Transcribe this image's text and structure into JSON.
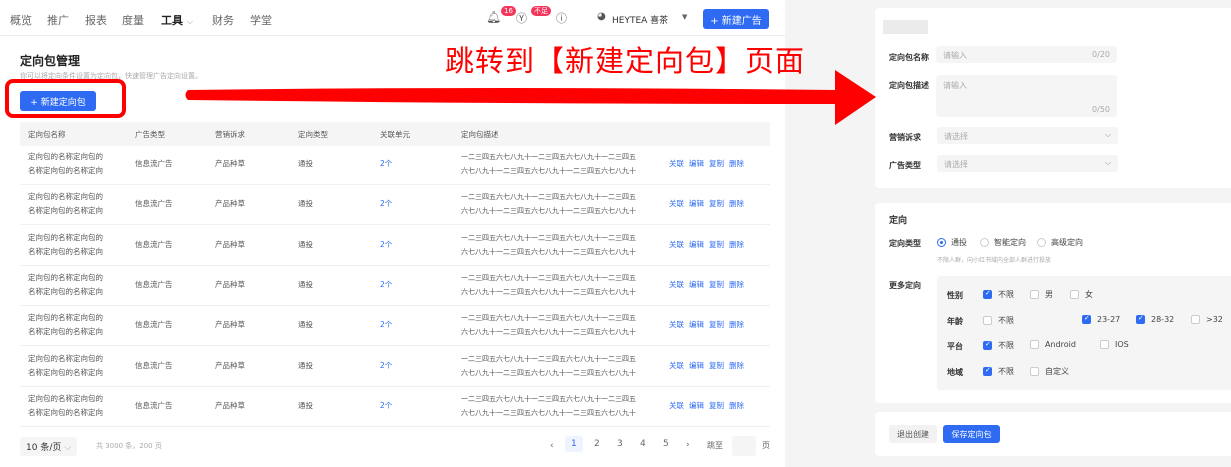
{
  "nav": {
    "items": [
      "概览",
      "推广",
      "报表",
      "度量",
      "工具",
      "财务",
      "学堂"
    ],
    "active": "工具",
    "notif_count": "16",
    "wallet_badge": "不足",
    "account": "HEYTEA 喜茶",
    "new_ad": "+ 新建广告"
  },
  "page": {
    "title": "定向包管理",
    "subtitle": "你可以将定向条件设置为定向包，快速管理广告定向设置。",
    "new_button": "+ 新建定向包"
  },
  "table": {
    "headers": [
      "定向包名称",
      "广告类型",
      "营销诉求",
      "定向类型",
      "关联单元",
      "定向包描述"
    ],
    "rows": [
      {
        "name1": "定向包的名称定向包的",
        "name2": "名称定向包的名称定向",
        "ad_type": "信息流广告",
        "goal": "产品种草",
        "target_type": "通投",
        "units": "2个",
        "desc1": "一二三四五六七八九十一二三四五六七八九十一二三四五",
        "desc2": "六七八九十一二三四五六七八九十一二三四五六七八九十"
      },
      {
        "name1": "定向包的名称定向包的",
        "name2": "名称定向包的名称定向",
        "ad_type": "信息流广告",
        "goal": "产品种草",
        "target_type": "通投",
        "units": "2个",
        "desc1": "一二三四五六七八九十一二三四五六七八九十一二三四五",
        "desc2": "六七八九十一二三四五六七八九十一二三四五六七八九十"
      },
      {
        "name1": "定向包的名称定向包的",
        "name2": "名称定向包的名称定向",
        "ad_type": "信息流广告",
        "goal": "产品种草",
        "target_type": "通投",
        "units": "2个",
        "desc1": "一二三四五六七八九十一二三四五六七八九十一二三四五",
        "desc2": "六七八九十一二三四五六七八九十一二三四五六七八九十"
      },
      {
        "name1": "定向包的名称定向包的",
        "name2": "名称定向包的名称定向",
        "ad_type": "信息流广告",
        "goal": "产品种草",
        "target_type": "通投",
        "units": "2个",
        "desc1": "一二三四五六七八九十一二三四五六七八九十一二三四五",
        "desc2": "六七八九十一二三四五六七八九十一二三四五六七八九十"
      },
      {
        "name1": "定向包的名称定向包的",
        "name2": "名称定向包的名称定向",
        "ad_type": "信息流广告",
        "goal": "产品种草",
        "target_type": "通投",
        "units": "2个",
        "desc1": "一二三四五六七八九十一二三四五六七八九十一二三四五",
        "desc2": "六七八九十一二三四五六七八九十一二三四五六七八九十"
      },
      {
        "name1": "定向包的名称定向包的",
        "name2": "名称定向包的名称定向",
        "ad_type": "信息流广告",
        "goal": "产品种草",
        "target_type": "通投",
        "units": "2个",
        "desc1": "一二三四五六七八九十一二三四五六七八九十一二三四五",
        "desc2": "六七八九十一二三四五六七八九十一二三四五六七八九十"
      },
      {
        "name1": "定向包的名称定向包的",
        "name2": "名称定向包的名称定向",
        "ad_type": "信息流广告",
        "goal": "产品种草",
        "target_type": "通投",
        "units": "2个",
        "desc1": "一二三四五六七八九十一二三四五六七八九十一二三四五",
        "desc2": "六七八九十一二三四五六七八九十一二三四五六七八九十"
      }
    ],
    "actions": [
      "关联",
      "编辑",
      "复制",
      "删除"
    ]
  },
  "pagination": {
    "page_size": "10 条/页",
    "total": "共 3000 条，200 页",
    "pages": [
      "1",
      "2",
      "3",
      "4",
      "5"
    ],
    "current": "1",
    "jump_label": "跳至",
    "page_unit": "页"
  },
  "annotation": {
    "text": "跳转到【新建定向包】页面",
    "color": "#ff0000"
  },
  "form": {
    "name_label": "定向包名称",
    "name_placeholder": "请输入",
    "name_count": "0/20",
    "desc_label": "定向包描述",
    "desc_placeholder": "请输入",
    "desc_count": "0/50",
    "goal_label": "营销诉求",
    "goal_placeholder": "请选择",
    "adtype_label": "广告类型",
    "adtype_placeholder": "请选择",
    "section": "定向",
    "target_type_label": "定向类型",
    "target_options": [
      "通投",
      "智能定向",
      "高级定向"
    ],
    "target_selected": "通投",
    "target_hint": "不限人群，向小红书域内全部人群进行投放",
    "more_label": "更多定向",
    "gender": {
      "label": "性别",
      "options": [
        "不限",
        "男",
        "女"
      ],
      "checked": [
        true,
        false,
        false
      ]
    },
    "age": {
      "label": "年龄",
      "options": [
        "不限",
        "23-27",
        "28-32",
        ">32"
      ],
      "checked": [
        false,
        true,
        true,
        false
      ]
    },
    "platform": {
      "label": "平台",
      "options": [
        "不限",
        "Android",
        "IOS"
      ],
      "checked": [
        true,
        false,
        false
      ]
    },
    "region": {
      "label": "地域",
      "options": [
        "不限",
        "自定义"
      ],
      "checked": [
        true,
        false
      ]
    },
    "exit": "退出创建",
    "save": "保存定向包"
  },
  "colors": {
    "primary": "#2e6bf2"
  }
}
